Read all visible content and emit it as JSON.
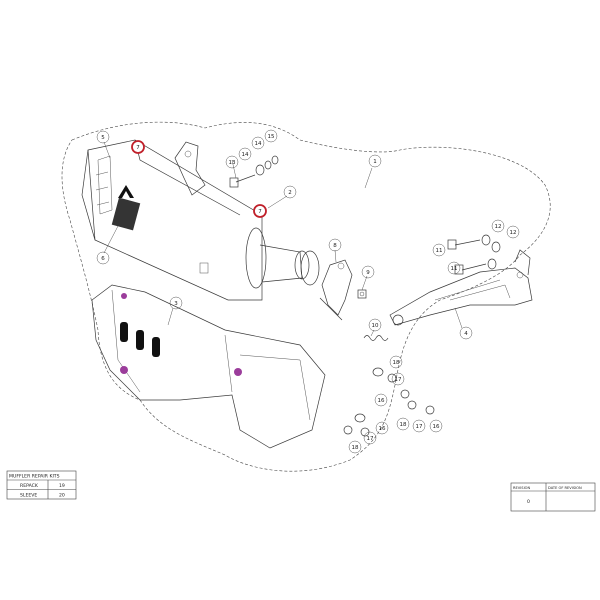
{
  "callouts": {
    "c1": "1",
    "c2": "2",
    "c3": "3",
    "c4": "4",
    "c5": "5",
    "c6": "6",
    "c7a": "7",
    "c7b": "7",
    "c8": "8",
    "c9": "9",
    "c10": "10",
    "c11a": "11",
    "c11b": "11",
    "c12a": "12",
    "c12b": "12",
    "c13": "13",
    "c14a": "14",
    "c14b": "14",
    "c15": "15",
    "c16a": "16",
    "c16b": "16",
    "c16c": "16",
    "c17a": "17",
    "c17b": "17",
    "c17c": "17",
    "c18a": "18",
    "c18b": "18",
    "c18c": "18"
  },
  "repair_table": {
    "title": "MUFFLER REPAIR KITS",
    "rows": [
      {
        "label": "REPACK",
        "value": "19"
      },
      {
        "label": "SLEEVE",
        "value": "20"
      }
    ]
  },
  "revision_table": {
    "col1": "REVISION",
    "col2": "DATE OF REVISION",
    "value": "0"
  },
  "colors": {
    "highlight_circle": "#c0202a",
    "accent_magenta": "#9b3d9b",
    "accent_yellow": "#f2c84b"
  }
}
